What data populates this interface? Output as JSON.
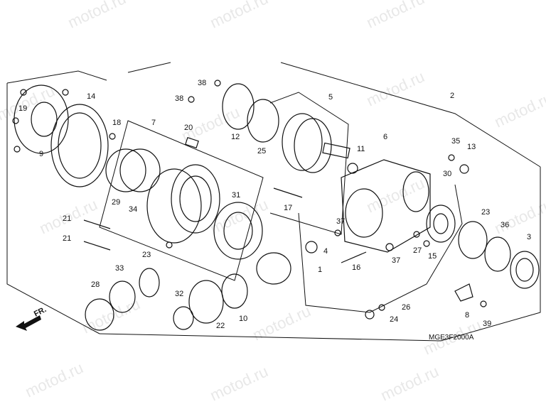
{
  "diagram_code": "MGE3F2000A",
  "front_marker": "FR.",
  "watermark_text": "motod.ru",
  "callouts": [
    "1",
    "2",
    "3",
    "4",
    "5",
    "6",
    "7",
    "8",
    "9",
    "10",
    "11",
    "12",
    "13",
    "14",
    "15",
    "16",
    "17",
    "18",
    "19",
    "20",
    "21",
    "21",
    "22",
    "23",
    "23",
    "24",
    "25",
    "26",
    "27",
    "28",
    "29",
    "30",
    "31",
    "32",
    "33",
    "34",
    "35",
    "36",
    "37",
    "37",
    "38",
    "38",
    "39"
  ],
  "colors": {
    "ink": "#111111",
    "watermark": "#d6d6d6",
    "background": "#ffffff"
  }
}
